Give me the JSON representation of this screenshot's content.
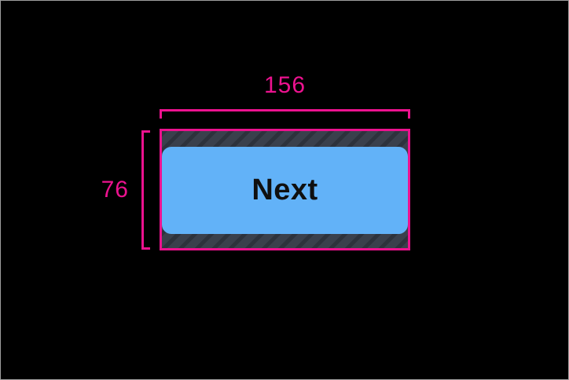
{
  "figure": {
    "background_color": "#000000",
    "frame_border_color": "#9e9e9e"
  },
  "measurements": {
    "width_label": "156",
    "height_label": "76",
    "annotation_color": "#ec128f"
  },
  "touch_target": {
    "outline_color": "#ec128f",
    "hatch_base_color": "#3a404c",
    "hatch_stripe_color": "#2d323c"
  },
  "button": {
    "label": "Next",
    "fill_color": "#62b2f8",
    "text_color": "#101010"
  }
}
